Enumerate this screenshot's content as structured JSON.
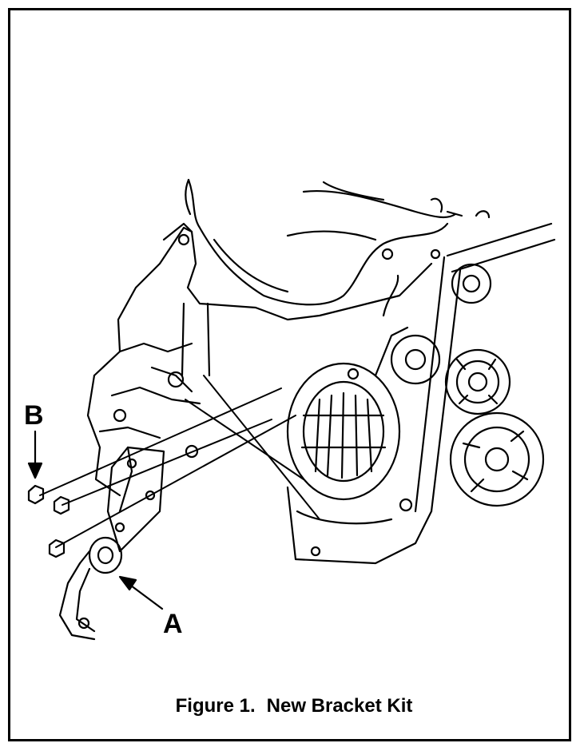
{
  "callouts": {
    "b": "B",
    "a": "A"
  },
  "caption": {
    "number": "Figure 1.",
    "title": "New Bracket Kit"
  },
  "colors": {
    "ink": "#000000",
    "paper": "#ffffff"
  }
}
